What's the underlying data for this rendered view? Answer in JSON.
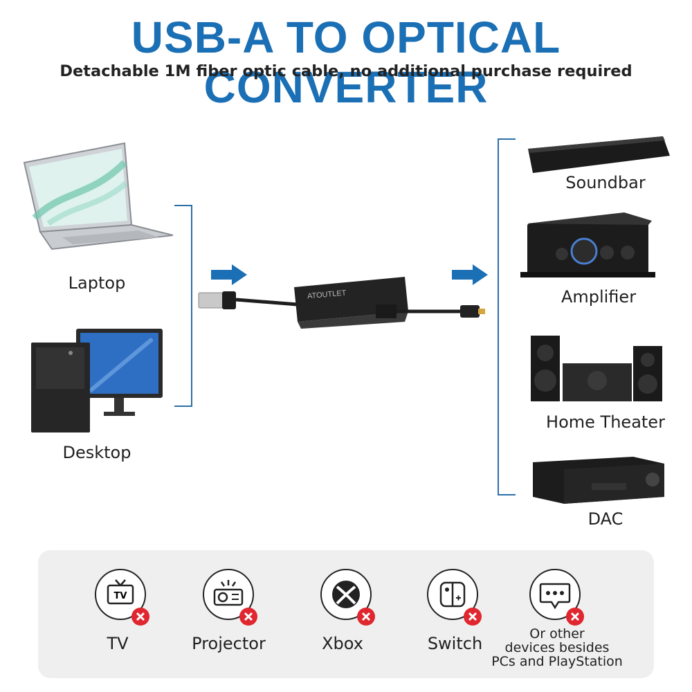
{
  "title": "USB-A TO OPTICAL CONVERTER",
  "subtitle": "Detachable 1M fiber optic cable, no additional purchase required",
  "sources": [
    {
      "label": "Laptop"
    },
    {
      "label": "Desktop"
    }
  ],
  "converter_brand": "ATOUTLET",
  "outputs": [
    {
      "label": "Soundbar"
    },
    {
      "label": "Amplifier"
    },
    {
      "label": "Home Theater"
    },
    {
      "label": "DAC"
    }
  ],
  "unsupported": [
    {
      "label": "TV",
      "icon": "tv-icon"
    },
    {
      "label": "Projector",
      "icon": "projector-icon"
    },
    {
      "label": "Xbox",
      "icon": "xbox-icon"
    },
    {
      "label": "Switch",
      "icon": "switch-icon"
    },
    {
      "label": "Or other\ndevices besides\nPCs and PlayStation",
      "icon": "chat-icon"
    }
  ],
  "colors": {
    "accent": "#1a6fb5",
    "cross": "#e0262f"
  }
}
